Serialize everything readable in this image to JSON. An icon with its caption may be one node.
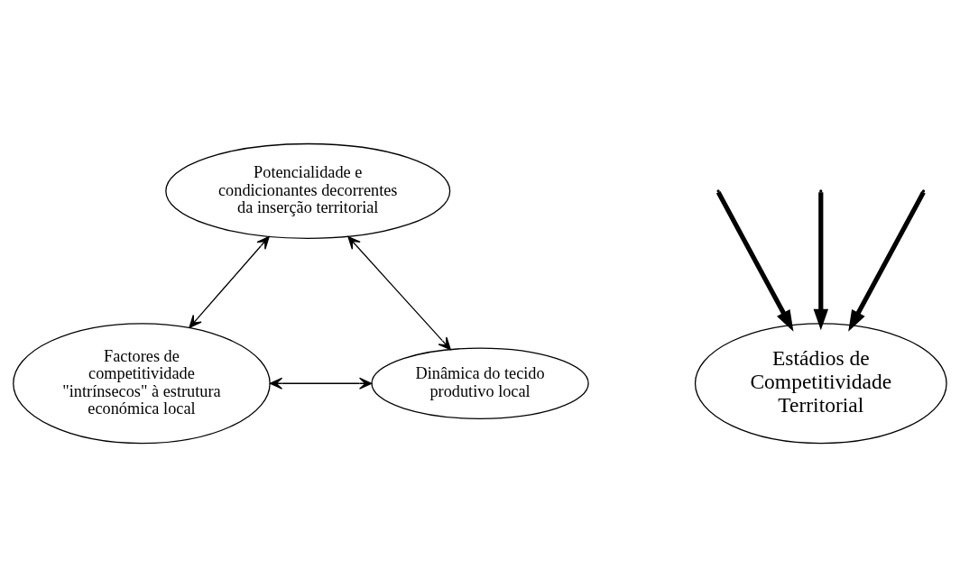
{
  "diagram": {
    "nodes": [
      {
        "text": [
          "Potencialidade e condicionantes decorrentes da inserção territorial"
        ]
      },
      {
        "text": [
          "Estádios de Competitividade Territorial"
        ]
      },
      {
        "text": [
          "Factores de competitividade \"intrínsecos\" à estrutura económica local"
        ]
      },
      {
        "text": [
          "Dinâmica do tecido produtivo local"
        ]
      }
    ],
    "edges": [
      {
        "from": 0,
        "to": 2,
        "arrow": "both"
      },
      {
        "from": 0,
        "to": 3,
        "arrow": "both"
      },
      {
        "from": 2,
        "to": 3,
        "arrow": "both"
      },
      {
        "from": null,
        "to": 1,
        "arrow": "to",
        "style": "thick"
      },
      {
        "from": null,
        "to": 1,
        "arrow": "to",
        "style": "thick"
      },
      {
        "from": null,
        "to": 1,
        "arrow": "to",
        "style": "thick"
      }
    ]
  }
}
